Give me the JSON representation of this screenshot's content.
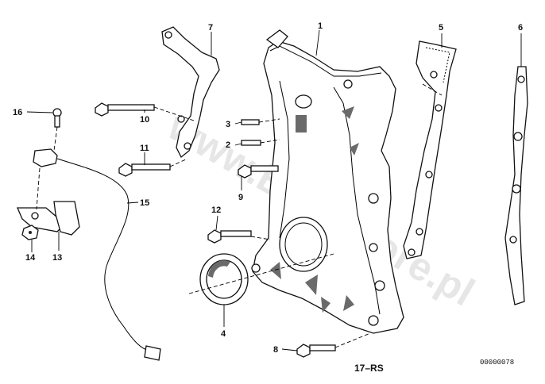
{
  "watermark": "www.BMWstore.pl",
  "diagram_code": "17–RS",
  "reference_code": "00000078",
  "callouts": {
    "c1": "1",
    "c2": "2",
    "c3": "3",
    "c4": "4",
    "c5": "5",
    "c6": "6",
    "c7": "7",
    "c8": "8",
    "c9": "9",
    "c10": "10",
    "c11": "11",
    "c12": "12",
    "c13": "13",
    "c14": "14",
    "c15": "15",
    "c16": "16"
  }
}
